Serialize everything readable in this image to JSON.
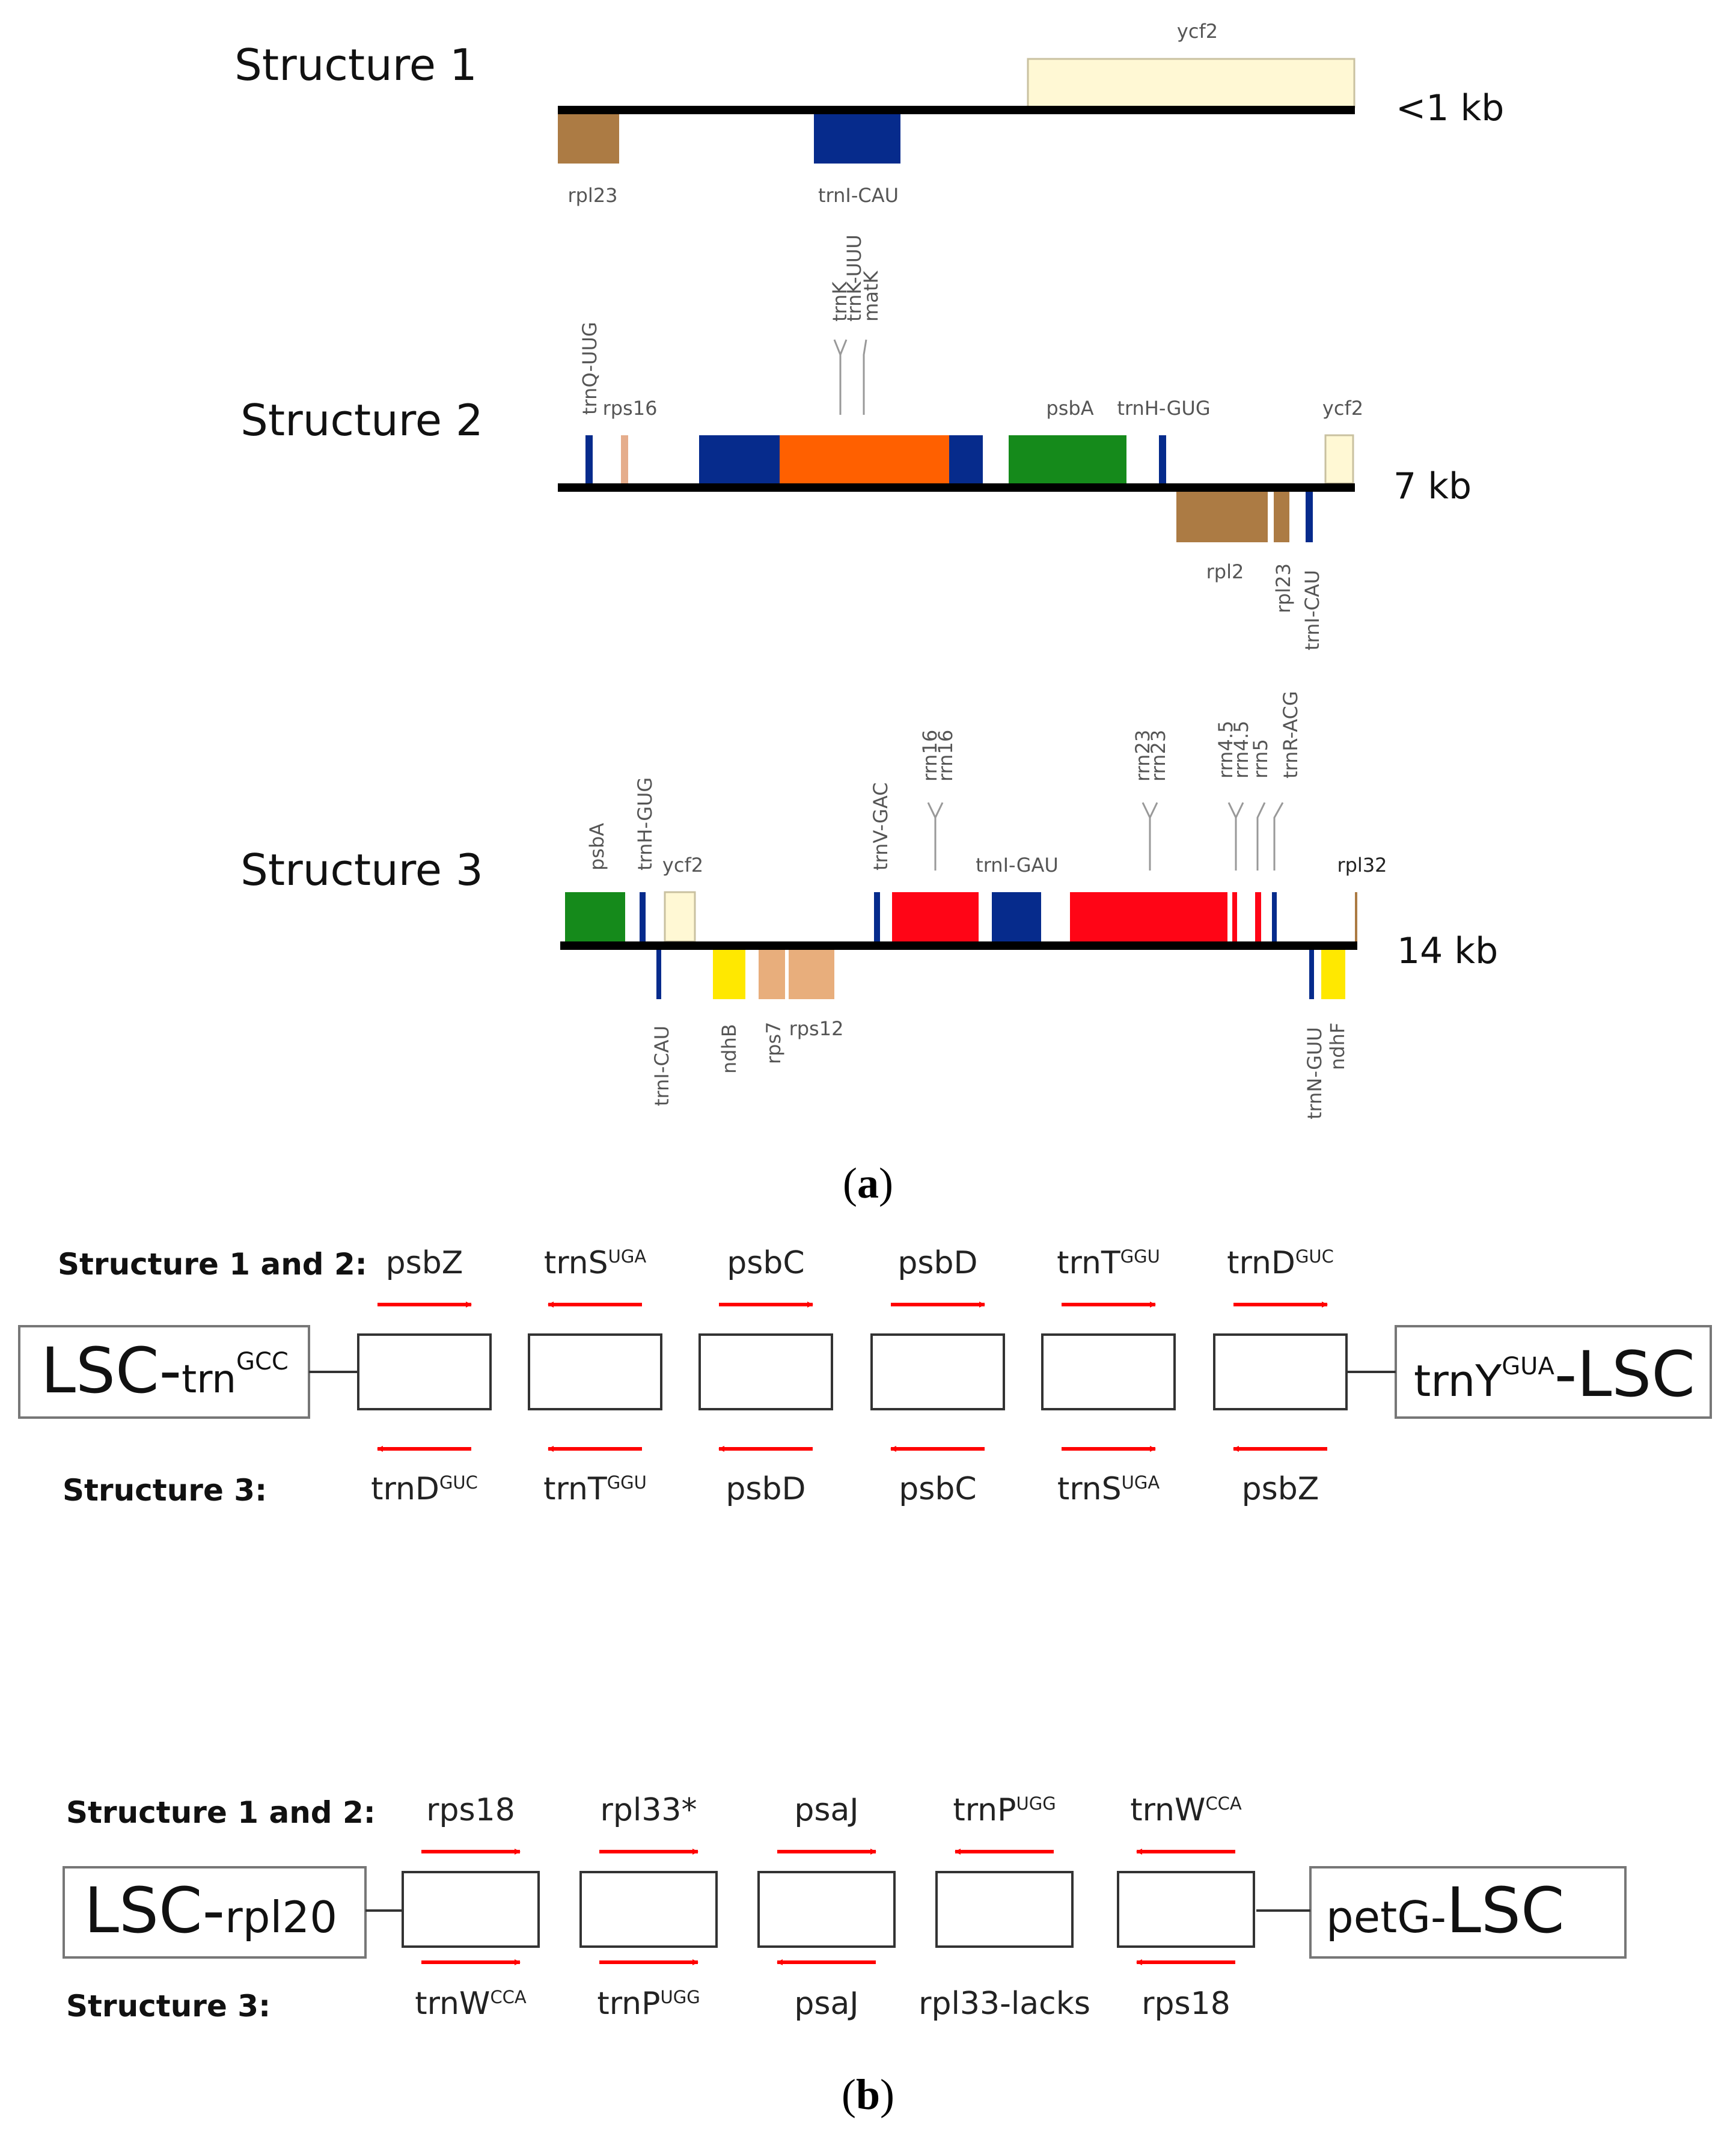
{
  "panel_a": {
    "caption_open": "(",
    "caption_letter": "a",
    "caption_close": ")",
    "structure1": {
      "title": "Structure 1",
      "size": "<1 kb",
      "genes": {
        "ycf2": "ycf2",
        "rpl23": "rpl23",
        "trnI_CAU": "trnI-CAU"
      }
    },
    "structure2": {
      "title": "Structure 2",
      "size": "7 kb",
      "genes": {
        "trnQ_UUG": "trnQ-UUG",
        "rps16": "rps16",
        "trnK": "trnK",
        "trnK_UUU": "trnK-UUU",
        "matK": "matK",
        "psbA": "psbA",
        "trnH_GUG": "trnH-GUG",
        "ycf2": "ycf2",
        "rpl2": "rpl2",
        "rpl23": "rpl23",
        "trnI_CAU": "trnI-CAU"
      }
    },
    "structure3": {
      "title": "Structure 3",
      "size": "14 kb",
      "genes": {
        "psbA": "psbA",
        "trnH_GUG": "trnH-GUG",
        "ycf2": "ycf2",
        "trnV_GAC": "trnV-GAC",
        "rrn16a": "rrn16",
        "rrn16b": "rrn16",
        "trnI_GAU": "trnI-GAU",
        "rrn23a": "rrn23",
        "rrn23b": "rrn23",
        "rrn4_5a": "rrn4.5",
        "rrn4_5b": "rrn4.5",
        "rrn5": "rrn5",
        "trnR_ACG": "trnR-ACG",
        "rpl32": "rpl32",
        "trnI_CAU": "trnI-CAU",
        "ndhB": "ndhB",
        "rps7": "rps7",
        "rps12": "rps12",
        "trnN_GUU": "trnN-GUU",
        "ndhF": "ndhF"
      }
    },
    "colors": {
      "brown": "#ac7b44",
      "navy": "#062b8c",
      "cream": "#fff8d4",
      "orange": "#ff6000",
      "green": "#158a1b",
      "red": "#ff0516",
      "yellow": "#ffe800",
      "peach": "#e8ae7c",
      "pink_light": "#e5ad8c",
      "line": "#000000"
    }
  },
  "panel_b": {
    "caption_open": "(",
    "caption_letter": "b",
    "caption_close": ")",
    "block1": {
      "top_label": "Structure 1 and 2:",
      "bottom_label": "Structure 3:",
      "left_box": {
        "main": "LSC-",
        "small": "trn",
        "sup": "GCC"
      },
      "right_box": {
        "pre": "trnY",
        "sup": "GUA",
        "post": "-LSC"
      },
      "top_genes": [
        {
          "base": "psbZ",
          "sup": ""
        },
        {
          "base": "trnS",
          "sup": "UGA"
        },
        {
          "base": "psbC",
          "sup": ""
        },
        {
          "base": "psbD",
          "sup": ""
        },
        {
          "base": "trnT",
          "sup": "GGU"
        },
        {
          "base": "trnD",
          "sup": "GUC"
        }
      ],
      "bottom_genes": [
        {
          "base": "trnD",
          "sup": "GUC"
        },
        {
          "base": "trnT",
          "sup": "GGU"
        },
        {
          "base": "psbD",
          "sup": ""
        },
        {
          "base": "psbC",
          "sup": ""
        },
        {
          "base": "trnS",
          "sup": "UGA"
        },
        {
          "base": "psbZ",
          "sup": ""
        }
      ],
      "top_arrow_directions": [
        "right",
        "left",
        "right",
        "right",
        "right",
        "right"
      ],
      "bottom_arrow_directions": [
        "left",
        "left",
        "left",
        "left",
        "right",
        "left"
      ]
    },
    "block2": {
      "top_label": "Structure 1 and 2:",
      "bottom_label": "Structure 3:",
      "left_box": {
        "main": "LSC-",
        "small": "rpl20"
      },
      "right_box": {
        "small": "petG-",
        "main": "LSC"
      },
      "top_genes": [
        {
          "base": "rps18",
          "sup": ""
        },
        {
          "base": "rpl33*",
          "sup": ""
        },
        {
          "base": "psaJ",
          "sup": ""
        },
        {
          "base": "trnP",
          "sup": "UGG"
        },
        {
          "base": "trnW",
          "sup": "CCA"
        }
      ],
      "bottom_genes": [
        {
          "base": "trnW",
          "sup": "CCA"
        },
        {
          "base": "trnP",
          "sup": "UGG"
        },
        {
          "base": "psaJ",
          "sup": ""
        },
        {
          "base": "rpl33-lacks",
          "sup": ""
        },
        {
          "base": "rps18",
          "sup": ""
        }
      ],
      "top_arrow_directions": [
        "right",
        "right",
        "right",
        "left",
        "left"
      ],
      "bottom_arrow_directions": [
        "right",
        "right",
        "left",
        "none",
        "left"
      ]
    },
    "arrow_color": "#ff0000"
  }
}
